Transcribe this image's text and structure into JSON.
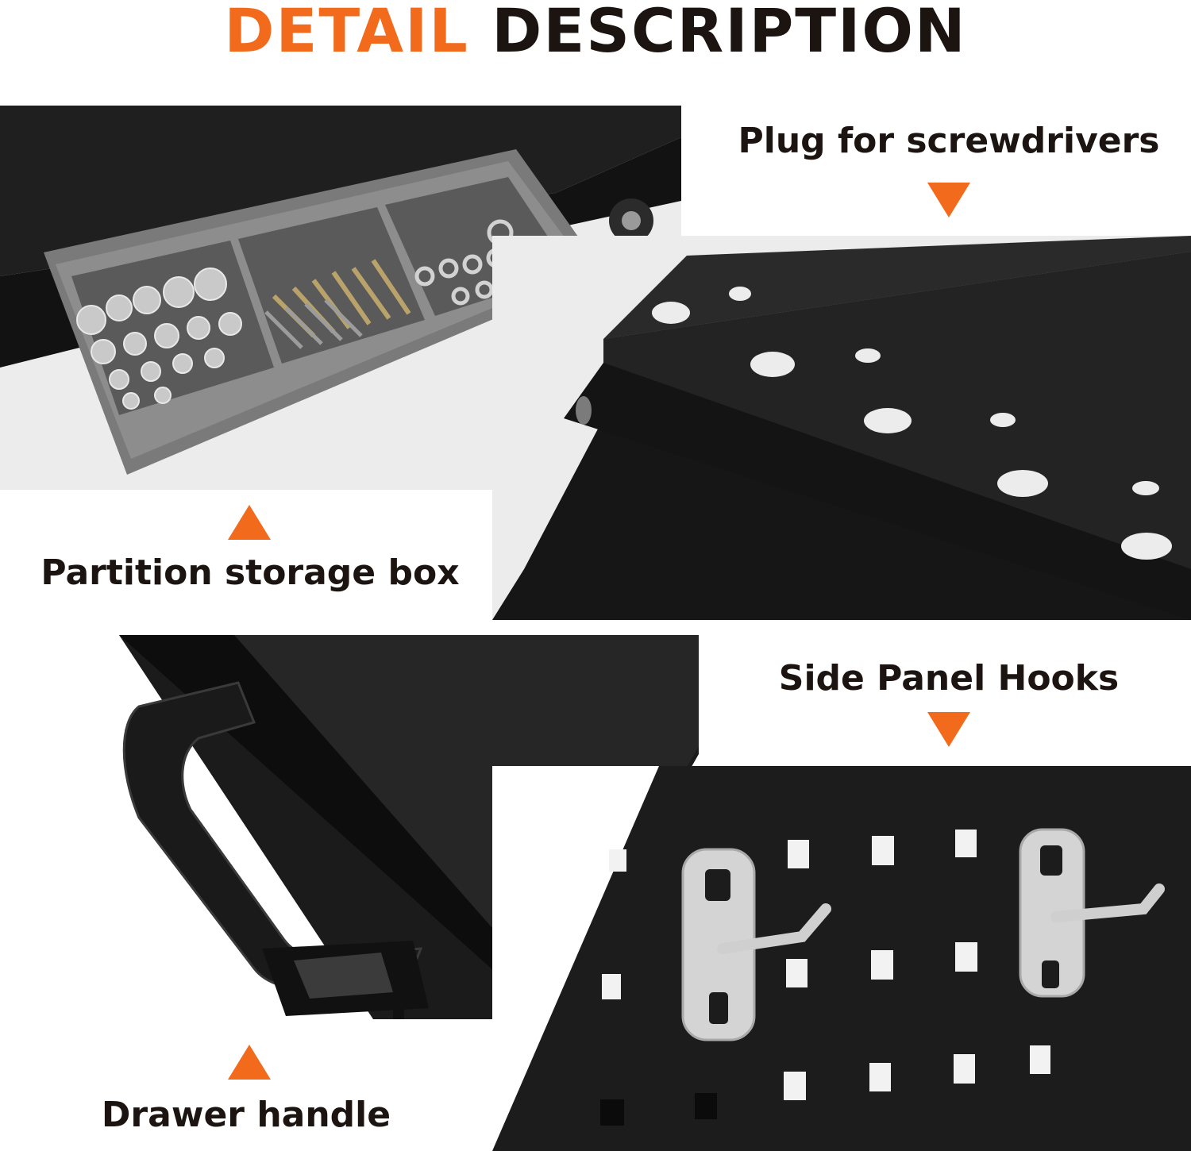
{
  "header": {
    "title_accent": "DETAIL",
    "title_rest": " DESCRIPTION"
  },
  "features": {
    "partition_box": {
      "label": "Partition storage box"
    },
    "screwdriver_plug": {
      "label": "Plug for screwdrivers"
    },
    "drawer_handle": {
      "label": "Drawer handle"
    },
    "side_hooks": {
      "label": "Side Panel Hooks"
    }
  },
  "colors": {
    "accent": "#f26b1d",
    "text": "#1b1410",
    "metal_black": "#1c1c1c",
    "tray_gray": "#6b6b6b"
  }
}
